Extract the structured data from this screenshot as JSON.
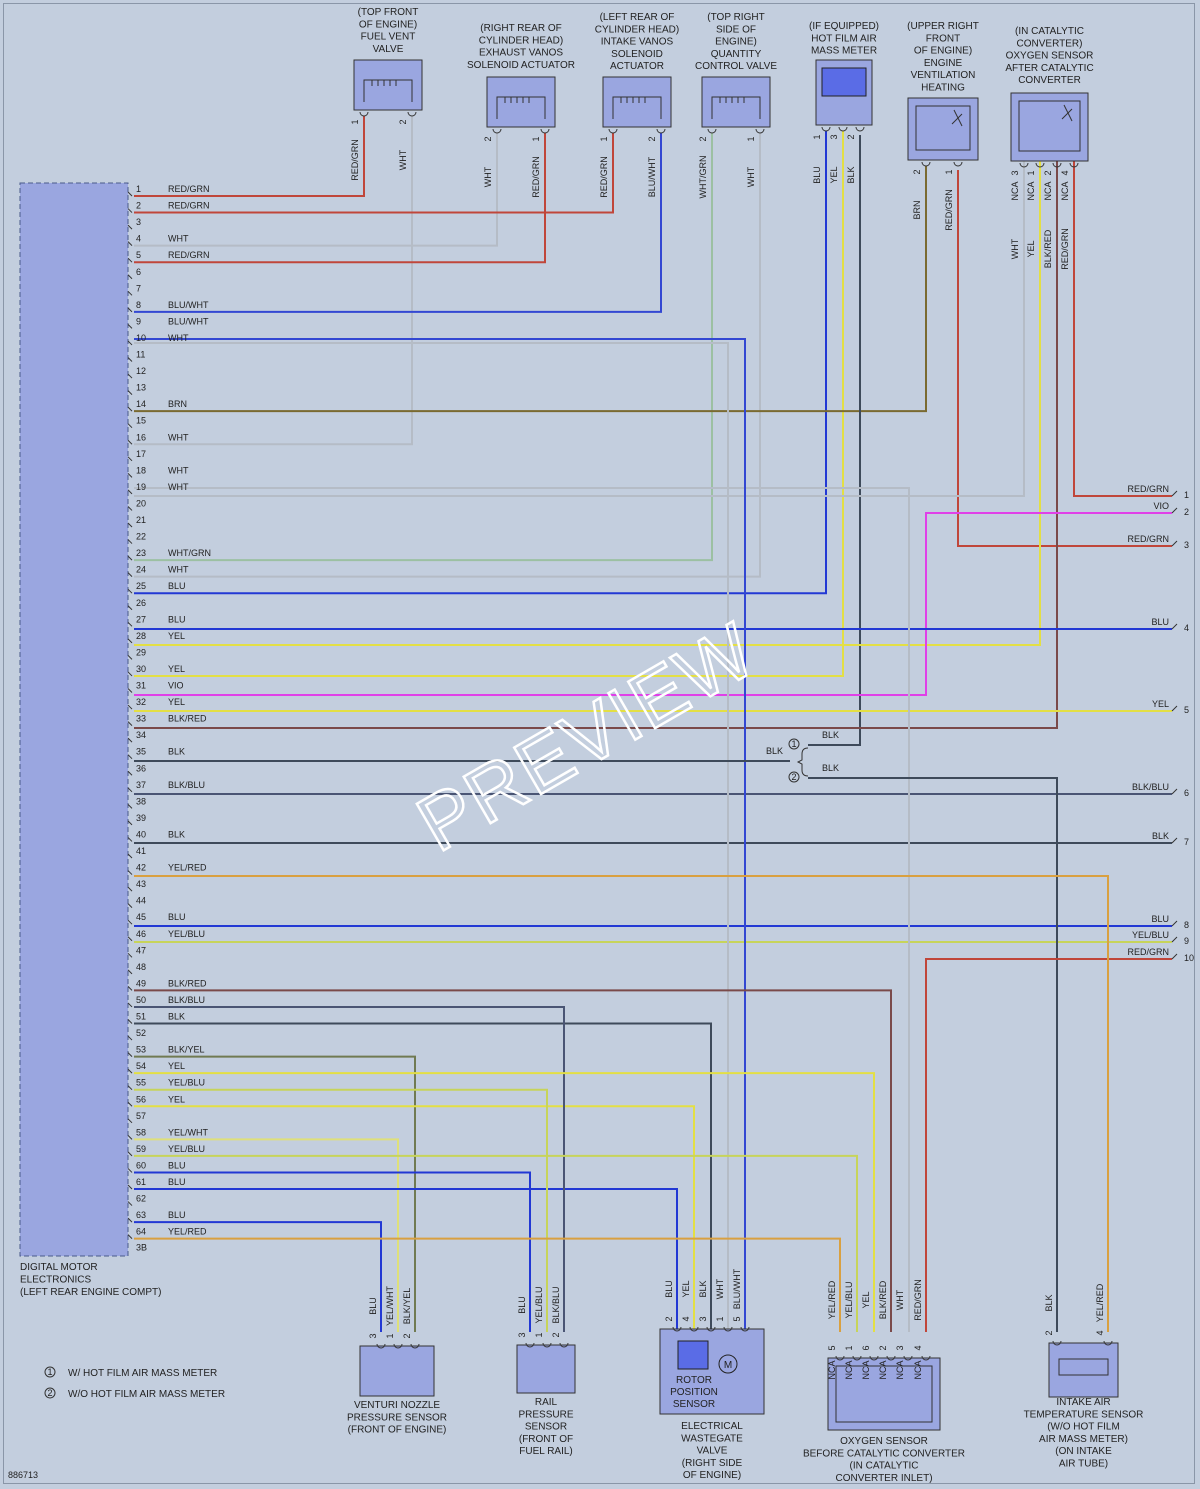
{
  "diagram_id": "886713",
  "ecm": {
    "label": [
      "DIGITAL MOTOR",
      "ELECTRONICS",
      "(LEFT REAR ENGINE COMPT)"
    ],
    "end_label": "3B",
    "pins": [
      {
        "n": "1",
        "c": "RED/GRN"
      },
      {
        "n": "2",
        "c": "RED/GRN"
      },
      {
        "n": "3",
        "c": ""
      },
      {
        "n": "4",
        "c": "WHT"
      },
      {
        "n": "5",
        "c": "RED/GRN"
      },
      {
        "n": "6",
        "c": ""
      },
      {
        "n": "7",
        "c": ""
      },
      {
        "n": "8",
        "c": "BLU/WHT"
      },
      {
        "n": "9",
        "c": "BLU/WHT"
      },
      {
        "n": "10",
        "c": "WHT"
      },
      {
        "n": "11",
        "c": ""
      },
      {
        "n": "12",
        "c": ""
      },
      {
        "n": "13",
        "c": ""
      },
      {
        "n": "14",
        "c": "BRN"
      },
      {
        "n": "15",
        "c": ""
      },
      {
        "n": "16",
        "c": "WHT"
      },
      {
        "n": "17",
        "c": ""
      },
      {
        "n": "18",
        "c": "WHT"
      },
      {
        "n": "19",
        "c": "WHT"
      },
      {
        "n": "20",
        "c": ""
      },
      {
        "n": "21",
        "c": ""
      },
      {
        "n": "22",
        "c": ""
      },
      {
        "n": "23",
        "c": "WHT/GRN"
      },
      {
        "n": "24",
        "c": "WHT"
      },
      {
        "n": "25",
        "c": "BLU"
      },
      {
        "n": "26",
        "c": ""
      },
      {
        "n": "27",
        "c": "BLU"
      },
      {
        "n": "28",
        "c": "YEL"
      },
      {
        "n": "29",
        "c": ""
      },
      {
        "n": "30",
        "c": "YEL"
      },
      {
        "n": "31",
        "c": "VIO"
      },
      {
        "n": "32",
        "c": "YEL"
      },
      {
        "n": "33",
        "c": "BLK/RED"
      },
      {
        "n": "34",
        "c": ""
      },
      {
        "n": "35",
        "c": "BLK"
      },
      {
        "n": "36",
        "c": ""
      },
      {
        "n": "37",
        "c": "BLK/BLU"
      },
      {
        "n": "38",
        "c": ""
      },
      {
        "n": "39",
        "c": ""
      },
      {
        "n": "40",
        "c": "BLK"
      },
      {
        "n": "41",
        "c": ""
      },
      {
        "n": "42",
        "c": "YEL/RED"
      },
      {
        "n": "43",
        "c": ""
      },
      {
        "n": "44",
        "c": ""
      },
      {
        "n": "45",
        "c": "BLU"
      },
      {
        "n": "46",
        "c": "YEL/BLU"
      },
      {
        "n": "47",
        "c": ""
      },
      {
        "n": "48",
        "c": ""
      },
      {
        "n": "49",
        "c": "BLK/RED"
      },
      {
        "n": "50",
        "c": "BLK/BLU"
      },
      {
        "n": "51",
        "c": "BLK"
      },
      {
        "n": "52",
        "c": ""
      },
      {
        "n": "53",
        "c": "BLK/YEL"
      },
      {
        "n": "54",
        "c": "YEL"
      },
      {
        "n": "55",
        "c": "YEL/BLU"
      },
      {
        "n": "56",
        "c": "YEL"
      },
      {
        "n": "57",
        "c": ""
      },
      {
        "n": "58",
        "c": "YEL/WHT"
      },
      {
        "n": "59",
        "c": "YEL/BLU"
      },
      {
        "n": "60",
        "c": "BLU"
      },
      {
        "n": "61",
        "c": "BLU"
      },
      {
        "n": "62",
        "c": ""
      },
      {
        "n": "63",
        "c": "BLU"
      },
      {
        "n": "64",
        "c": "YEL/RED"
      }
    ]
  },
  "top_components": [
    {
      "id": "fuel_vent",
      "lines": [
        "(TOP FRONT",
        "OF ENGINE)",
        "FUEL VENT",
        "VALVE"
      ],
      "pins": [
        {
          "n": "1",
          "c": "RED/GRN"
        },
        {
          "n": "2",
          "c": "WHT"
        }
      ]
    },
    {
      "id": "exh_vanos",
      "lines": [
        "(RIGHT REAR OF",
        "CYLINDER HEAD)",
        "EXHAUST VANOS",
        "SOLENOID ACTUATOR"
      ],
      "pins": [
        {
          "n": "2",
          "c": "WHT"
        },
        {
          "n": "1",
          "c": "RED/GRN"
        }
      ]
    },
    {
      "id": "int_vanos",
      "lines": [
        "(LEFT REAR OF",
        "CYLINDER HEAD)",
        "INTAKE VANOS",
        "SOLENOID",
        "ACTUATOR"
      ],
      "pins": [
        {
          "n": "1",
          "c": "RED/GRN"
        },
        {
          "n": "2",
          "c": "BLU/WHT"
        }
      ]
    },
    {
      "id": "qty_ctrl",
      "lines": [
        "(TOP RIGHT",
        "SIDE OF",
        "ENGINE)",
        "QUANTITY",
        "CONTROL VALVE"
      ],
      "pins": [
        {
          "n": "2",
          "c": "WHT/GRN"
        },
        {
          "n": "1",
          "c": "WHT"
        }
      ]
    },
    {
      "id": "hfm",
      "lines": [
        "(IF EQUIPPED)",
        "HOT FILM AIR",
        "MASS METER"
      ],
      "pins": [
        {
          "n": "1",
          "c": "BLU"
        },
        {
          "n": "3",
          "c": "YEL"
        },
        {
          "n": "2",
          "c": "BLK"
        }
      ]
    },
    {
      "id": "vent_heat",
      "lines": [
        "(UPPER RIGHT",
        "FRONT",
        "OF ENGINE)",
        "ENGINE",
        "VENTILATION",
        "HEATING"
      ],
      "pins": [
        {
          "n": "2",
          "c": "BRN"
        },
        {
          "n": "1",
          "c": "RED/GRN"
        }
      ]
    },
    {
      "id": "o2_after",
      "lines": [
        "(IN CATALYTIC",
        "CONVERTER)",
        "OXYGEN SENSOR",
        "AFTER CATALYTIC",
        "CONVERTER"
      ],
      "pins": [
        {
          "n": "3",
          "c": "WHT",
          "t": "NCA"
        },
        {
          "n": "1",
          "c": "YEL",
          "t": "NCA"
        },
        {
          "n": "2",
          "c": "BLK/RED",
          "t": "NCA"
        },
        {
          "n": "4",
          "c": "RED/GRN",
          "t": "NCA"
        }
      ]
    }
  ],
  "right_connector": {
    "pins": [
      {
        "n": "1",
        "c": "RED/GRN"
      },
      {
        "n": "2",
        "c": "VIO"
      },
      {
        "n": "3",
        "c": "RED/GRN"
      },
      {
        "n": "4",
        "c": "BLU"
      },
      {
        "n": "5",
        "c": "YEL"
      },
      {
        "n": "6",
        "c": "BLK/BLU"
      },
      {
        "n": "7",
        "c": "BLK"
      },
      {
        "n": "8",
        "c": "BLU"
      },
      {
        "n": "9",
        "c": "YEL/BLU"
      },
      {
        "n": "10",
        "c": "RED/GRN"
      }
    ]
  },
  "splice": {
    "in_color": "BLK",
    "upper": "BLK",
    "lower": "BLK",
    "upper_no": "1",
    "lower_no": "2"
  },
  "bottom_components": [
    {
      "id": "venturi",
      "lines": [
        "VENTURI NOZZLE",
        "PRESSURE SENSOR",
        "(FRONT OF ENGINE)"
      ],
      "pins": [
        {
          "n": "3",
          "c": "BLU"
        },
        {
          "n": "1",
          "c": "YEL/WHT"
        },
        {
          "n": "2",
          "c": "BLK/YEL"
        }
      ]
    },
    {
      "id": "rail",
      "lines": [
        "RAIL",
        "PRESSURE",
        "SENSOR",
        "(FRONT OF",
        "FUEL RAIL)"
      ],
      "pins": [
        {
          "n": "3",
          "c": "BLU"
        },
        {
          "n": "1",
          "c": "YEL/BLU"
        },
        {
          "n": "2",
          "c": "BLK/BLU"
        }
      ]
    },
    {
      "id": "wastegate",
      "lines": [
        "ELECTRICAL",
        "WASTEGATE",
        "VALVE",
        "(RIGHT SIDE",
        "OF ENGINE)"
      ],
      "inner": [
        "ROTOR",
        "POSITION",
        "SENSOR"
      ],
      "motor": "M",
      "pins": [
        {
          "n": "2",
          "c": "BLU"
        },
        {
          "n": "4",
          "c": "YEL"
        },
        {
          "n": "3",
          "c": "BLK"
        },
        {
          "n": "1",
          "c": "WHT"
        },
        {
          "n": "5",
          "c": "BLU/WHT"
        }
      ]
    },
    {
      "id": "o2_before",
      "lines": [
        "OXYGEN SENSOR",
        "BEFORE CATALYTIC CONVERTER",
        "(IN CATALYTIC",
        "CONVERTER INLET)"
      ],
      "pins": [
        {
          "n": "5",
          "c": "YEL/RED",
          "t": "NCA"
        },
        {
          "n": "1",
          "c": "YEL/BLU",
          "t": "NCA"
        },
        {
          "n": "6",
          "c": "YEL",
          "t": "NCA"
        },
        {
          "n": "2",
          "c": "BLK/RED",
          "t": "NCA"
        },
        {
          "n": "3",
          "c": "WHT",
          "t": "NCA"
        },
        {
          "n": "4",
          "c": "RED/GRN",
          "t": "NCA"
        }
      ]
    },
    {
      "id": "iat",
      "lines": [
        "INTAKE AIR",
        "TEMPERATURE SENSOR",
        "(W/O HOT FILM",
        "AIR MASS METER)",
        "(ON INTAKE",
        "AIR TUBE)"
      ],
      "pins": [
        {
          "n": "2",
          "c": "BLK"
        },
        {
          "n": "4",
          "c": "YEL/RED"
        }
      ]
    }
  ],
  "legend": [
    {
      "no": "1",
      "text": "W/ HOT FILM AIR MASS METER"
    },
    {
      "no": "2",
      "text": "W/O HOT FILM AIR MASS METER"
    }
  ],
  "watermark": "PREVIEW",
  "colors": {
    "RED/GRN": "#c0463a",
    "WHT": "#b5bcc6",
    "BLU/WHT": "#3347d2",
    "BRN": "#7a6a30",
    "WHT/GRN": "#9cc0a2",
    "BLU": "#2238d4",
    "YEL": "#e3df44",
    "VIO": "#e040e8",
    "BLK/RED": "#7a4a4a",
    "BLK": "#3e4a5a",
    "BLK/BLU": "#4a5574",
    "YEL/RED": "#d9a040",
    "YEL/BLU": "#c7d45a",
    "BLK/YEL": "#707a52",
    "YEL/WHT": "#dfe07a",
    "ecm_fill": "#9aa6e0"
  }
}
